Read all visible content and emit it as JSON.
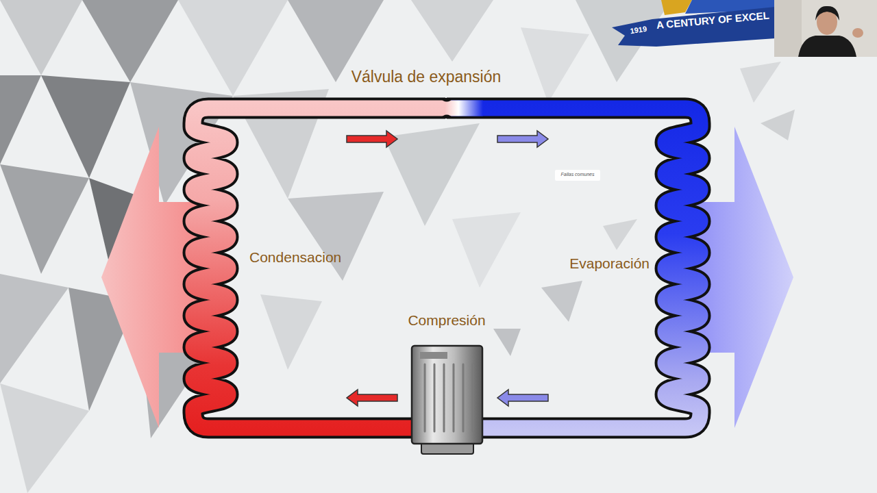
{
  "diagram": {
    "labels": [
      "Válvula de expansión",
      "Fallas comunes",
      "Condensacion",
      "Evaporación",
      "Compresión",
      "1919",
      "A CENTURY OF EXCEL"
    ]
  }
}
